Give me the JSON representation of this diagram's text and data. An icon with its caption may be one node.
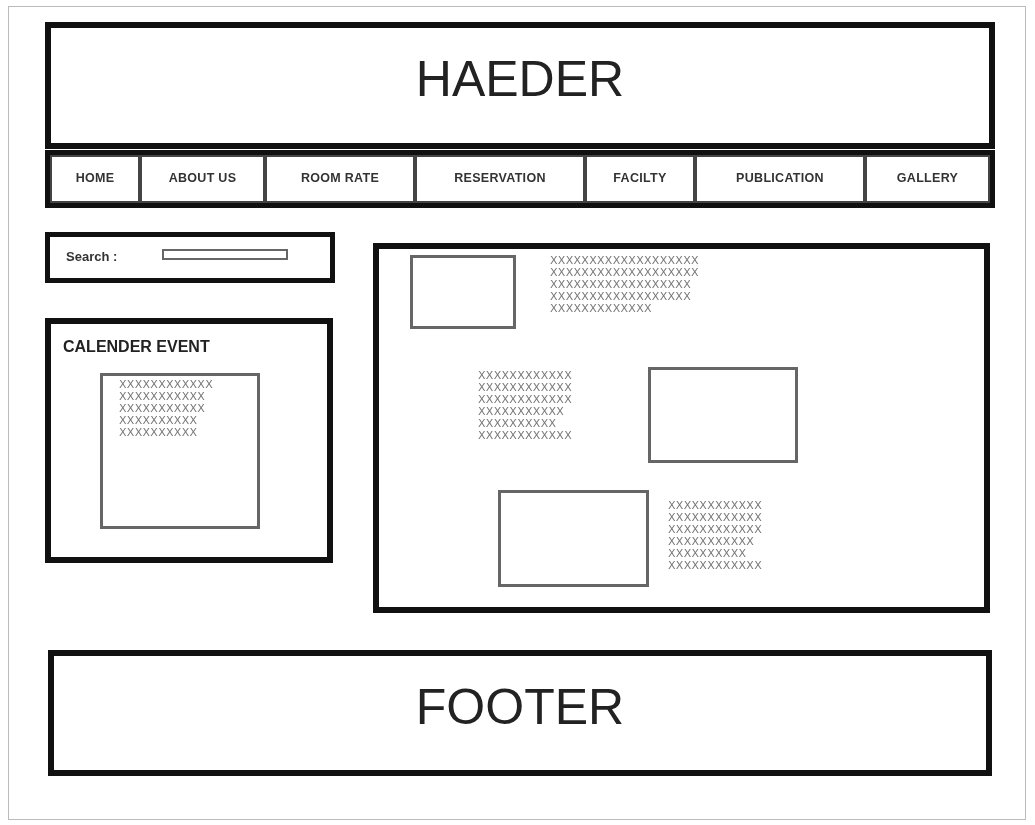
{
  "diagram": {
    "nodes": [
      {
        "text": [
          "HAEDER"
        ]
      },
      {
        "text": [],
        "shape": "box"
      },
      {
        "text": [
          "HOME"
        ],
        "in": 1
      },
      {
        "text": [
          "ABOUT US"
        ],
        "in": 1
      },
      {
        "text": [
          "ROOM RATE"
        ],
        "in": 1
      },
      {
        "text": [
          "RESERVATION"
        ],
        "in": 1
      },
      {
        "text": [
          "FACILTY"
        ],
        "in": 1
      },
      {
        "text": [
          "PUBLICATION"
        ],
        "in": 1
      },
      {
        "text": [
          "GALLERY"
        ],
        "in": 1
      },
      {
        "text": [
          "Search :"
        ]
      },
      {
        "text": [
          "CALENDER EVENT"
        ]
      },
      {
        "text": [
          "XXXXXXXXXXXX XXXXXXXXXXX XXXXXXXXXXX XXXXXXXXXX XXXXXXXXXX"
        ],
        "in": 10
      },
      {
        "text": [],
        "shape": "box"
      },
      {
        "text": [],
        "shape": "box",
        "in": 12
      },
      {
        "text": [],
        "shape": "box",
        "in": 12
      },
      {
        "text": [],
        "shape": "box",
        "in": 12
      },
      {
        "text": [
          "FOOTER"
        ]
      }
    ],
    "labels": [
      "XXXXXXXXXXXXXXXXXXX XXXXXXXXXXXXXXXXXXX XXXXXXXXXXXXXXXXXX XXXXXXXXXXXXXXXXXX XXXXXXXXXXXXX",
      "XXXXXXXXXXXX XXXXXXXXXXXX XXXXXXXXXXXX XXXXXXXXXXX XXXXXXXXXX XXXXXXXXXXXX",
      "XXXXXXXXXXXX XXXXXXXXXXXX XXXXXXXXXXXX XXXXXXXXXXX XXXXXXXXXX XXXXXXXXXXXX"
    ]
  }
}
